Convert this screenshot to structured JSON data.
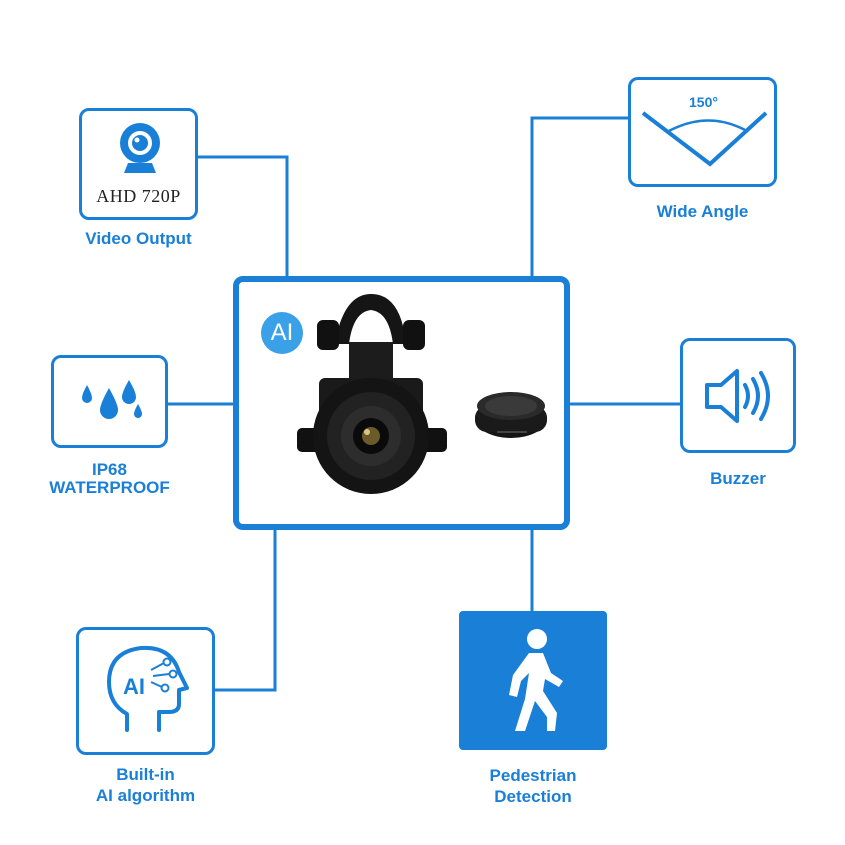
{
  "features": {
    "video_output": {
      "badge": "AHD 720P",
      "label": "Video Output"
    },
    "wide_angle": {
      "angle": "150°",
      "label": "Wide Angle"
    },
    "waterproof": {
      "label_line1": "IP68",
      "label_line2": "WATERPROOF"
    },
    "buzzer": {
      "label": "Buzzer"
    },
    "ai_algorithm": {
      "label_line1": "Built-in",
      "label_line2": "AI algorithm"
    },
    "pedestrian": {
      "label_line1": "Pedestrian",
      "label_line2": "Detection"
    }
  },
  "center": {
    "ai_badge": "AI"
  },
  "colors": {
    "accent": "#1a7fd6",
    "badge": "#3aa0e8"
  }
}
